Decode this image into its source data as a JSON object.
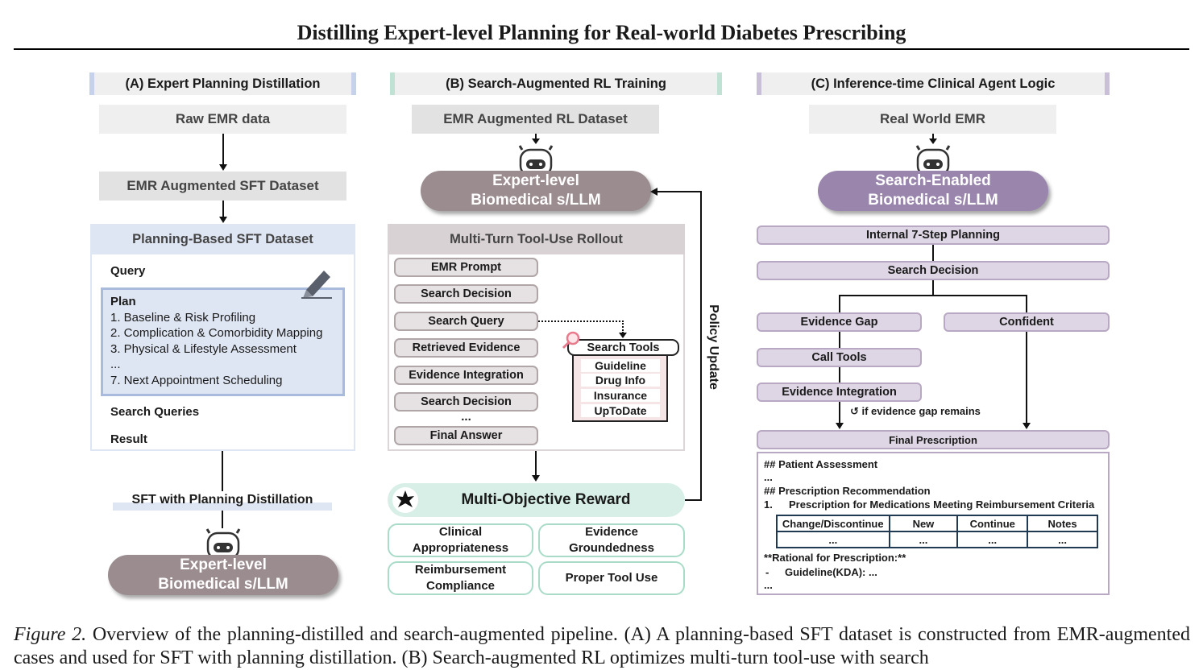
{
  "title": "Distilling Expert-level Planning for Real-world Diabetes Prescribing",
  "colors": {
    "panel_a_accent": "#c6d2ea",
    "panel_b_accent": "#bfe2d5",
    "panel_c_accent": "#c9bfd8",
    "model_gray": "#9b8c8f",
    "model_purple": "#9a86ad",
    "reward_green": "#d7efe6",
    "plan_blue": "#dfe6f3"
  },
  "panel_a": {
    "header": "(A) Expert Planning Distillation",
    "raw_emr": "Raw EMR data",
    "sft_dataset": "EMR Augmented SFT Dataset",
    "planning_dataset": "Planning-Based SFT Dataset",
    "query_label": "Query",
    "plan_label": "Plan",
    "plan_items": [
      "1. Baseline & Risk Profiling",
      "2. Complication & Comorbidity Mapping",
      "3. Physical & Lifestyle Assessment",
      "...",
      "7. Next Appointment Scheduling"
    ],
    "search_queries_label": "Search Queries",
    "result_label": "Result",
    "sft_label": "SFT with Planning Distillation",
    "model_line1": "Expert-level",
    "model_line2": "Biomedical s/LLM",
    "pencil_icon": "pencil-icon"
  },
  "panel_b": {
    "header": "(B) Search-Augmented RL Training",
    "rl_dataset": "EMR Augmented RL Dataset",
    "model_line1": "Expert-level",
    "model_line2": "Biomedical s/LLM",
    "rollout_title": "Multi-Turn Tool-Use Rollout",
    "rollout_steps": [
      "EMR Prompt",
      "Search Decision",
      "Search Query",
      "Retrieved Evidence",
      "Evidence Integration",
      "Search Decision"
    ],
    "ellipsis": "...",
    "final_answer": "Final Answer",
    "search_tools_label": "Search Tools",
    "search_tools": [
      "Guideline",
      "Drug Info",
      "Insurance",
      "UpToDate"
    ],
    "policy_update": "Policy Update",
    "reward_title": "Multi-Objective Reward",
    "reward_items": [
      {
        "line1": "Clinical",
        "line2": "Appropriateness"
      },
      {
        "line1": "Evidence",
        "line2": "Groundedness"
      },
      {
        "line1": "Reimbursement",
        "line2": "Compliance"
      },
      {
        "line1": "Proper Tool Use",
        "line2": ""
      }
    ],
    "star_icon": "star-icon",
    "search_icon": "magnifier-icon"
  },
  "panel_c": {
    "header": "(C) Inference-time Clinical Agent Logic",
    "real_emr": "Real World EMR",
    "model_line1": "Search-Enabled",
    "model_line2": "Biomedical s/LLM",
    "internal_planning": "Internal 7-Step Planning",
    "search_decision": "Search Decision",
    "evidence_gap": "Evidence Gap",
    "confident": "Confident",
    "call_tools": "Call Tools",
    "evidence_integration": "Evidence Integration",
    "loop_note": "↺ if evidence gap remains",
    "final_prescription": "Final Prescription",
    "rx": {
      "patient_assessment": "## Patient Assessment",
      "dots1": "...",
      "recommendation": "## Prescription Recommendation",
      "item_num": "1.",
      "item_text": "Prescription for Medications Meeting Reimbursement Criteria",
      "table_headers": [
        "Change/Discontinue",
        "New",
        "Continue",
        "Notes"
      ],
      "table_row": [
        "...",
        "...",
        "...",
        "..."
      ],
      "rational": "**Rational for Prescription:**",
      "bullet": "-",
      "guideline": "Guideline(KDA): ...",
      "dots2": "..."
    }
  },
  "caption": {
    "label": "Figure 2.",
    "text": " Overview of the planning-distilled and search-augmented pipeline. (A) A planning-based SFT dataset is constructed from EMR-augmented cases and used for SFT with planning distillation. (B) Search-augmented RL optimizes multi-turn tool-use with search"
  }
}
